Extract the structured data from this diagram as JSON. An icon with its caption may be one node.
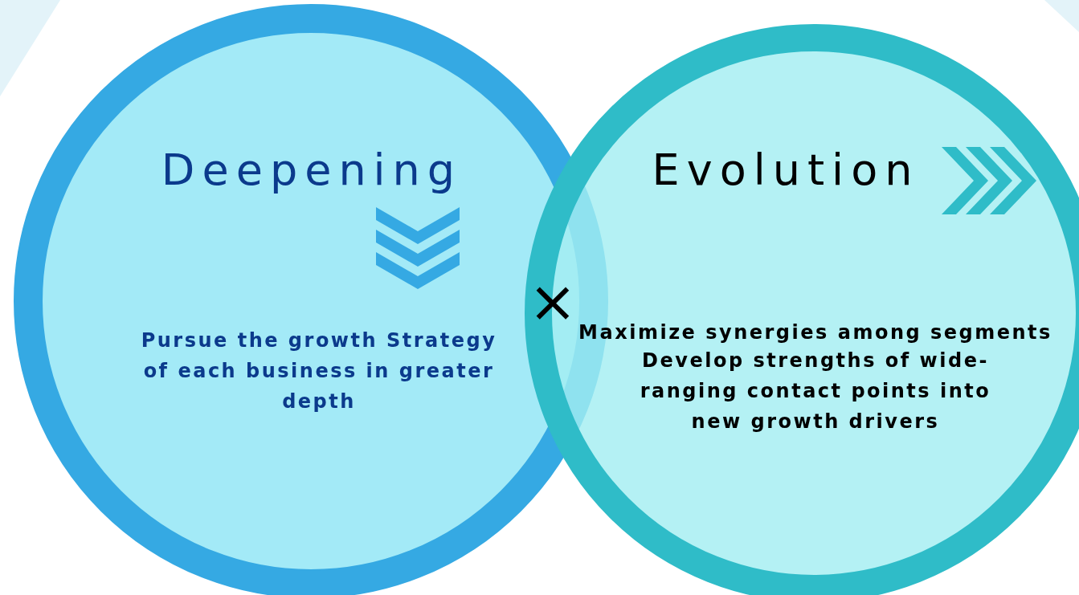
{
  "diagram": {
    "nodes": [
      {
        "text": [
          "Deepening",
          "Pursue the growth Strategy of each business in greater depth"
        ]
      },
      {
        "text": [
          "Evolution",
          "Maximize synergies among segments",
          "Develop strengths of wide-ranging contact points into new growth drivers"
        ]
      }
    ],
    "labels": [
      "×"
    ]
  }
}
